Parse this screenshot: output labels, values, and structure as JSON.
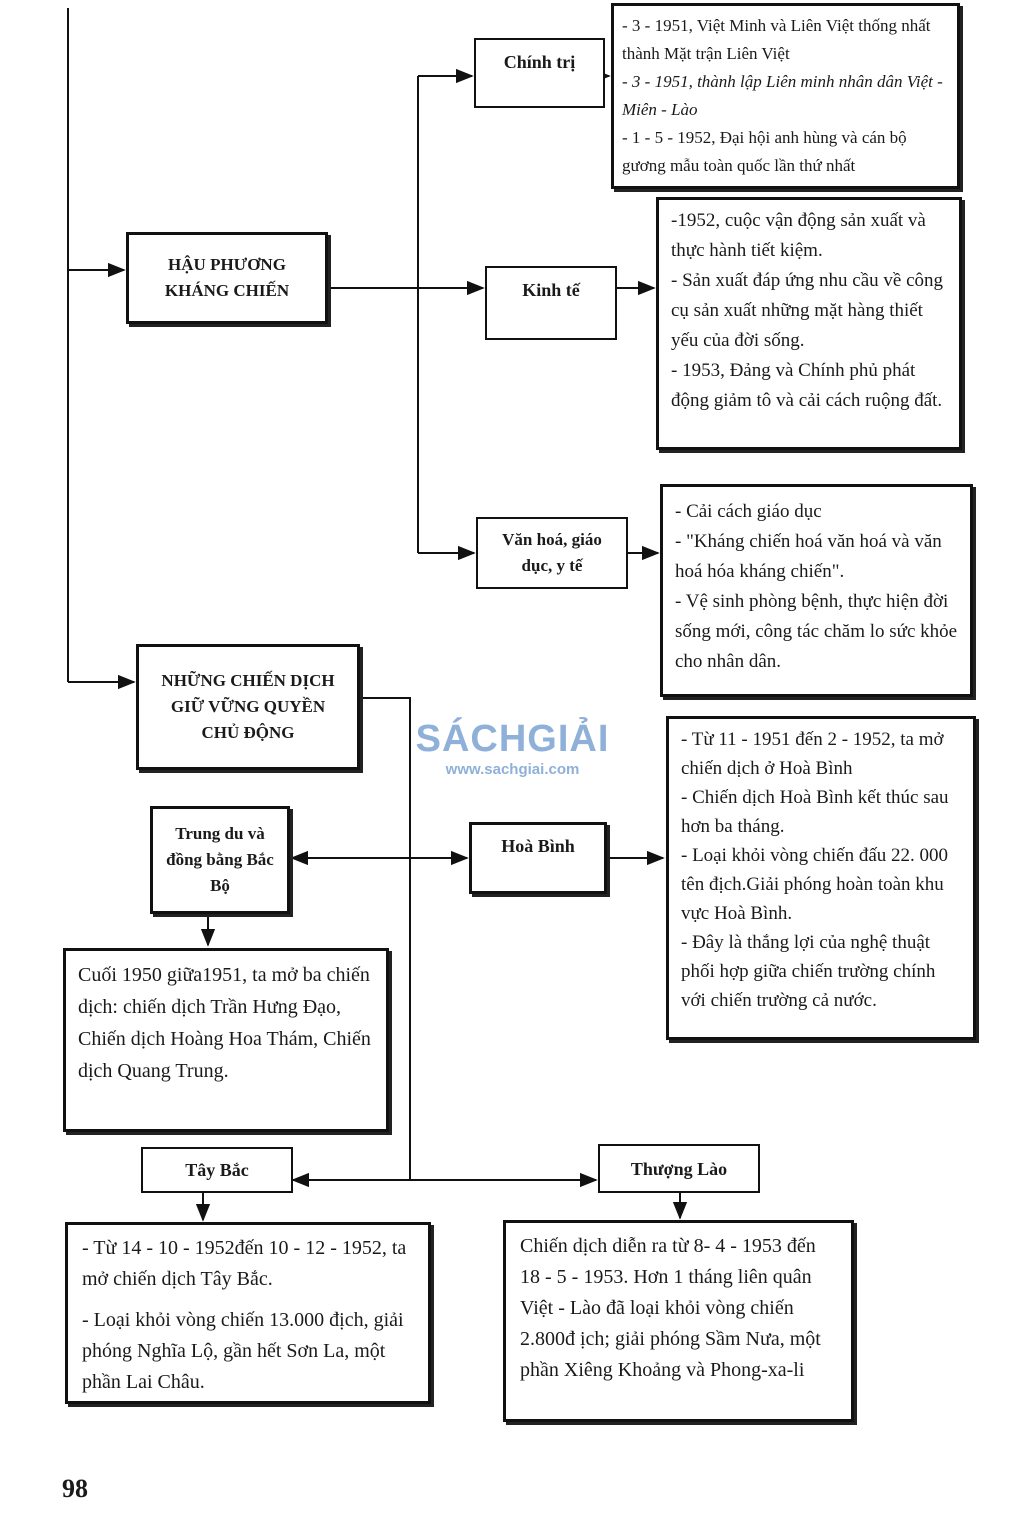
{
  "nodes": {
    "hau_phuong": "HẬU PHƯƠNG KHÁNG CHIẾN",
    "chinh_tri": "Chính trị",
    "kinh_te": "Kinh tế",
    "van_hoa": "Văn hoá, giáo dục, y tế",
    "nhung_chien_dich": "NHỮNG CHIẾN DỊCH GIỮ VỮNG QUYỀN CHỦ ĐỘNG",
    "trung_du": "Trung du và đồng bằng Bắc Bộ",
    "hoa_binh": "Hoà Bình",
    "tay_bac": "Tây Bắc",
    "thuong_lao": "Thượng Lào"
  },
  "details": {
    "chinh_tri": [
      "- 3 - 1951, Việt Minh và Liên Việt thống nhất thành Mặt trận Liên Việt",
      "- 3 - 1951, thành lập Liên minh nhân dân Việt - Miên - Lào",
      "- 1 - 5 - 1952, Đại hội anh hùng và cán bộ gương mẫu toàn quốc lần thứ nhất"
    ],
    "kinh_te": [
      "-1952, cuộc vận động sản xuất và thực hành tiết kiệm.",
      "- Sản xuất đáp ứng nhu cầu về công cụ sản xuất những mặt hàng thiết yếu của đời sống.",
      "- 1953, Đảng và Chính phủ phát động giảm tô và cải cách ruộng đất."
    ],
    "van_hoa": [
      "- Cải cách giáo dục",
      "- \"Kháng chiến hoá văn hoá và văn hoá hóa kháng chiến\".",
      "- Vệ sinh phòng bệnh, thực hiện đời sống mới, công tác chăm lo sức khỏe cho nhân dân."
    ],
    "hoa_binh": [
      "- Từ 11 - 1951 đến 2 - 1952, ta mở chiến dịch ở Hoà Bình",
      "- Chiến dịch Hoà Bình kết thúc sau hơn ba tháng.",
      "- Loại khỏi vòng chiến đấu 22. 000 tên địch.Giải phóng hoàn toàn khu vực Hoà Bình.",
      "- Đây là thắng lợi của nghệ thuật phối hợp giữa chiến trường chính với chiến trường cả nước."
    ],
    "trung_du": "Cuối 1950 giữa1951, ta mở ba chiến dịch: chiến dịch Trần Hưng Đạo, Chiến dịch Hoàng Hoa Thám, Chiến dịch Quang Trung.",
    "tay_bac": [
      "- Từ 14 - 10 - 1952đến 10 - 12 - 1952, ta mở chiến dịch Tây Bắc.",
      "- Loại khỏi vòng chiến 13.000 địch, giải phóng Nghĩa Lộ, gần hết Sơn La, một phần Lai Châu."
    ],
    "thuong_lao": "Chiến dịch diễn ra từ 8- 4 - 1953 đến 18 - 5 - 1953. Hơn 1 tháng liên quân Việt - Lào đã loại khỏi vòng chiến 2.800đ ịch; giải phóng Sầm Nưa, một phần Xiêng Khoảng và Phong-xa-li"
  },
  "watermark": {
    "brand": "SÁCHGIẢI",
    "url": "www.sachgiai.com"
  },
  "page_number": "98"
}
